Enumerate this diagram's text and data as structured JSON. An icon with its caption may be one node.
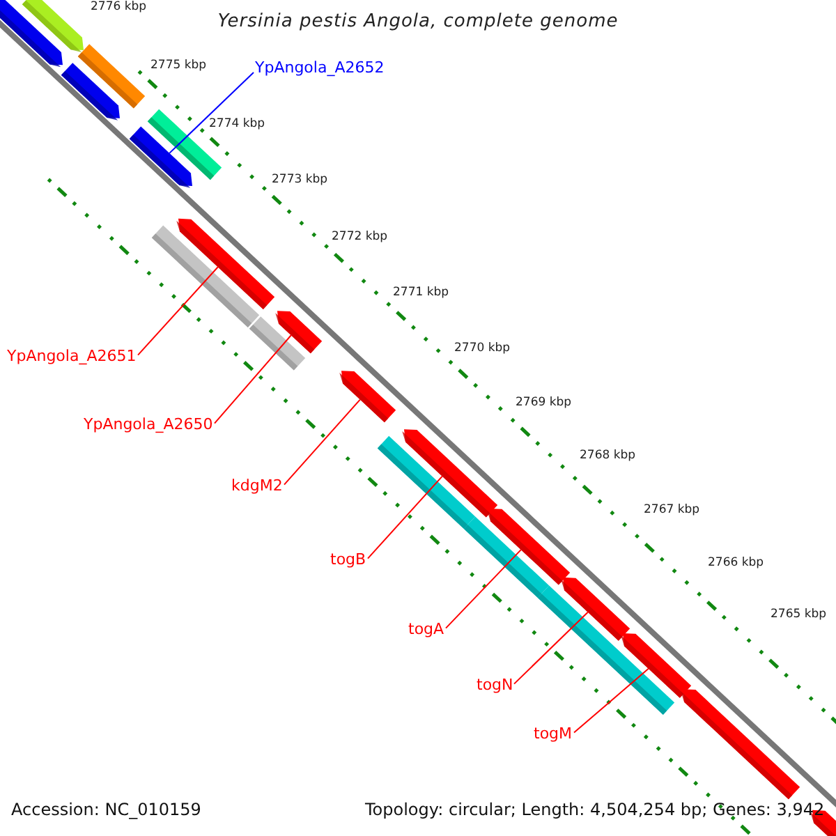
{
  "diagram": {
    "title": "Yersinia pestis Angola, complete genome",
    "nodes": [
      {
        "text": [],
        "shape": "bar"
      },
      {
        "text": [],
        "shape": "bar"
      },
      {
        "text": [],
        "shape": "bar"
      },
      {
        "text": [],
        "shape": "bar"
      },
      {
        "text": [],
        "shape": "bar"
      },
      {
        "text": [],
        "shape": "bar"
      },
      {
        "text": [],
        "shape": "bar"
      },
      {
        "text": [],
        "shape": "bar"
      },
      {
        "text": [],
        "shape": "bar"
      },
      {
        "text": [],
        "shape": "bar"
      },
      {
        "text": [],
        "shape": "bar"
      },
      {
        "text": [],
        "shape": "bar"
      },
      {
        "text": [],
        "shape": "bar"
      },
      {
        "text": [],
        "shape": "bar"
      },
      {
        "text": [],
        "shape": "bar"
      },
      {
        "text": [],
        "shape": "bar"
      },
      {
        "text": [],
        "shape": "bar"
      },
      {
        "text": [],
        "shape": "bar"
      },
      {
        "text": [],
        "shape": "bar"
      },
      {
        "text": [],
        "shape": "bar"
      },
      {
        "text": [
          "YpAngola_A2652"
        ]
      },
      {
        "text": [
          "YpAngola_A2651"
        ]
      },
      {
        "text": [
          "YpAngola_A2650"
        ]
      },
      {
        "text": [
          "kdgM2"
        ]
      },
      {
        "text": [
          "togB"
        ]
      },
      {
        "text": [
          "togA"
        ]
      },
      {
        "text": [
          "togN"
        ]
      },
      {
        "text": [
          "togM"
        ]
      }
    ],
    "edges": [
      {
        "from": 20,
        "to": 5,
        "arrow": "none",
        "color": "#0000ff"
      },
      {
        "from": 21,
        "to": 6,
        "arrow": "none"
      },
      {
        "from": 22,
        "to": 8,
        "arrow": "none"
      },
      {
        "from": 23,
        "to": 10,
        "arrow": "none"
      },
      {
        "from": 24,
        "to": 12,
        "arrow": "none"
      },
      {
        "from": 25,
        "to": 14,
        "arrow": "none"
      },
      {
        "from": 26,
        "to": 15,
        "arrow": "none"
      },
      {
        "from": 27,
        "to": 17,
        "arrow": "none"
      }
    ],
    "labels": [
      "2776 kbp",
      "2775 kbp",
      "2774 kbp",
      "2773 kbp",
      "2772 kbp",
      "2771 kbp",
      "2770 kbp",
      "2769 kbp",
      "2768 kbp",
      "2767 kbp",
      "2766 kbp",
      "2765 kbp",
      "Accession: NC_010159",
      "Topology: circular; Length: 4,504,254 bp; Genes: 3,942"
    ]
  }
}
